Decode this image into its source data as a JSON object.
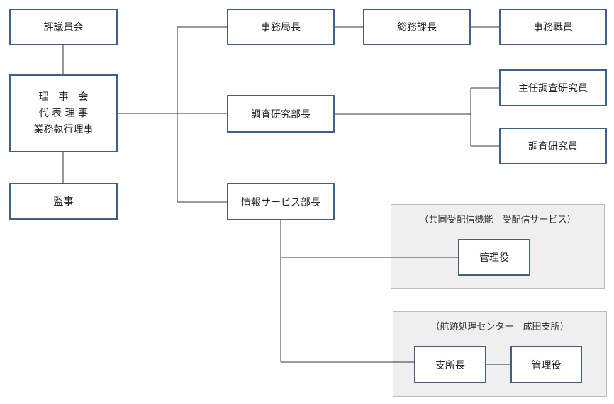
{
  "colors": {
    "box_border": "#3f5f86",
    "box_fill": "#ffffff",
    "group_fill": "#efefef",
    "group_border": "#bdbdbd",
    "line": "#333333"
  },
  "nodes": {
    "council": "評議員会",
    "board": {
      "line1": "理　事　会",
      "line2": "代 表 理 事",
      "line3": "業務執行理事"
    },
    "auditor": "監事",
    "secretary_general": "事務局長",
    "general_affairs_manager": "総務課長",
    "office_staff": "事務職員",
    "research_director": "調査研究部長",
    "chief_researcher": "主任調査研究員",
    "researcher": "調査研究員",
    "info_services_director": "情報サービス部長",
    "manager_shared": "管理役",
    "branch_manager": "支所長",
    "manager_narita": "管理役"
  },
  "groups": {
    "shared_reception": "（共同受配信機能　受配信サービス）",
    "narita_branch": "（航跡処理センター　成田支所）"
  }
}
